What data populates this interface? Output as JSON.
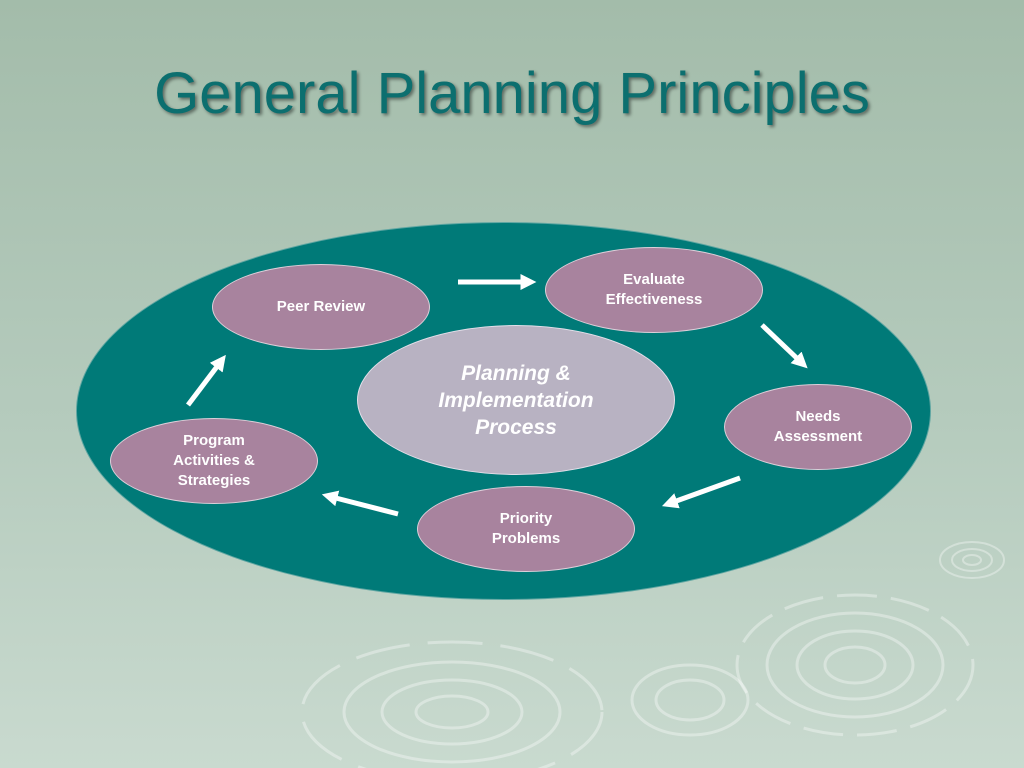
{
  "slide": {
    "title": "General Planning Principles"
  },
  "diagram": {
    "center": "Planning &\nImplementation\nProcess",
    "steps": [
      {
        "id": "peer-review",
        "label": "Peer Review"
      },
      {
        "id": "evaluate-effectiveness",
        "label": "Evaluate\nEffectiveness"
      },
      {
        "id": "needs-assessment",
        "label": "Needs\nAssessment"
      },
      {
        "id": "priority-problems",
        "label": "Priority\nProblems"
      },
      {
        "id": "program-activities-strategies",
        "label": "Program\nActivities &\nStrategies"
      }
    ]
  },
  "colors": {
    "title": "#0c6f6f",
    "outer_oval": "#007a78",
    "step_node": "#a8839e",
    "center_node": "#b8b2c2",
    "arrow": "#ffffff"
  }
}
